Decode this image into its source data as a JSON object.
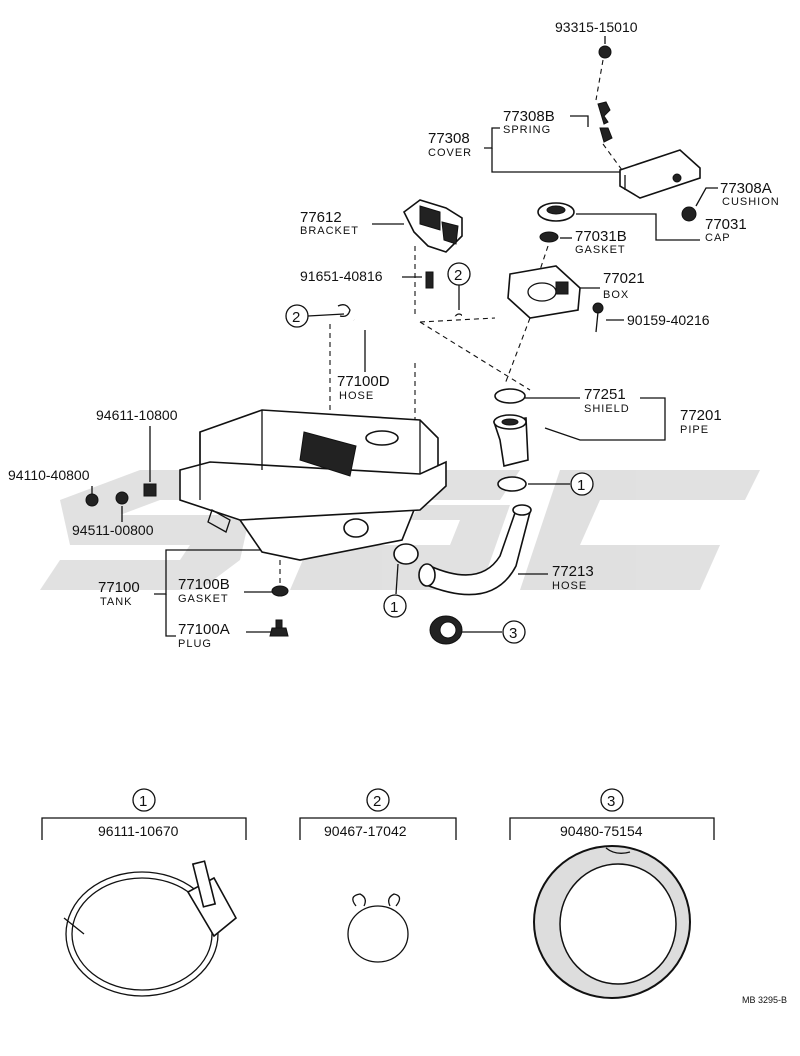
{
  "watermark": {
    "text": "SG",
    "color": "#c8c8c8"
  },
  "parts": [
    {
      "id": "93315-15010",
      "number": "93315-15010",
      "name": ""
    },
    {
      "id": "77308B",
      "number": "77308B",
      "name": "SPRING"
    },
    {
      "id": "77308",
      "number": "77308",
      "name": "COVER"
    },
    {
      "id": "77308A",
      "number": "77308A",
      "name": "CUSHION"
    },
    {
      "id": "77612",
      "number": "77612",
      "name": "BRACKET"
    },
    {
      "id": "77031B",
      "number": "77031B",
      "name": "GASKET"
    },
    {
      "id": "77031",
      "number": "77031",
      "name": "CAP"
    },
    {
      "id": "91651-40816",
      "number": "91651-40816",
      "name": ""
    },
    {
      "id": "77021",
      "number": "77021",
      "name": "BOX"
    },
    {
      "id": "90159-40216",
      "number": "90159-40216",
      "name": ""
    },
    {
      "id": "77100D",
      "number": "77100D",
      "name": "HOSE"
    },
    {
      "id": "77251",
      "number": "77251",
      "name": "SHIELD"
    },
    {
      "id": "77201",
      "number": "77201",
      "name": "PIPE"
    },
    {
      "id": "94611-10800",
      "number": "94611-10800",
      "name": ""
    },
    {
      "id": "94110-40800",
      "number": "94110-40800",
      "name": ""
    },
    {
      "id": "94511-00800",
      "number": "94511-00800",
      "name": ""
    },
    {
      "id": "77100",
      "number": "77100",
      "name": "TANK"
    },
    {
      "id": "77100B",
      "number": "77100B",
      "name": "GASKET"
    },
    {
      "id": "77100A",
      "number": "77100A",
      "name": "PLUG"
    },
    {
      "id": "77213",
      "number": "77213",
      "name": "HOSE"
    }
  ],
  "callouts": [
    "1",
    "2",
    "3"
  ],
  "details": [
    {
      "ref": "1",
      "number": "96111-10670"
    },
    {
      "ref": "2",
      "number": "90467-17042"
    },
    {
      "ref": "3",
      "number": "90480-75154"
    }
  ],
  "drawing_code": "MB 3295-B"
}
